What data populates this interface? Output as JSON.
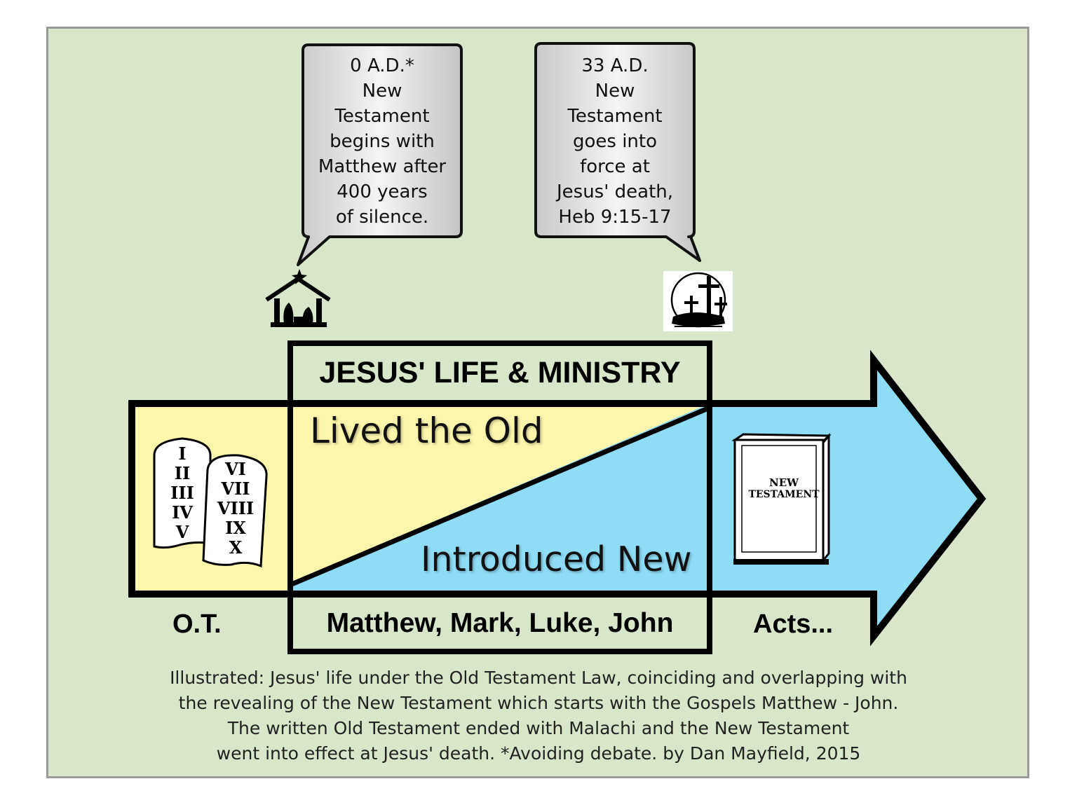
{
  "callouts": {
    "birth": [
      "0 A.D.*",
      "New",
      "Testament",
      "begins with",
      "Matthew after",
      "400 years",
      "of silence."
    ],
    "death": [
      "33 A.D.",
      "New",
      "Testament",
      "goes into",
      "force at",
      "Jesus' death,",
      "Heb 9:15-17"
    ]
  },
  "header": {
    "title": "JESUS' LIFE & MINISTRY"
  },
  "arrow": {
    "upper_label": "Lived the Old",
    "lower_label": "Introduced New",
    "old_color": "#fbf6ac",
    "new_color": "#8fdcf6"
  },
  "tablets": {
    "left": [
      "I",
      "II",
      "III",
      "IV",
      "V"
    ],
    "right": [
      "VI",
      "VII",
      "VIII",
      "IX",
      "X"
    ]
  },
  "book": {
    "line1": "NEW",
    "line2": "TESTAMENT"
  },
  "bottom_labels": {
    "ot": "O.T.",
    "gospels": "Matthew, Mark, Luke, John",
    "acts": "Acts..."
  },
  "caption": [
    "Illustrated: Jesus' life under the Old Testament Law, coinciding and overlapping with",
    "the revealing of the New Testament which starts with the Gospels Matthew - John.",
    "The written Old Testament ended with Malachi and the New Testament",
    "went into effect at Jesus' death. *Avoiding debate. by Dan Mayfield, 2015"
  ],
  "icons": [
    "nativity-icon",
    "crosses-icon",
    "tablets-icon",
    "bible-icon"
  ],
  "colors": {
    "background": "#d8e6ca",
    "bubble": "#d6d6d6"
  }
}
